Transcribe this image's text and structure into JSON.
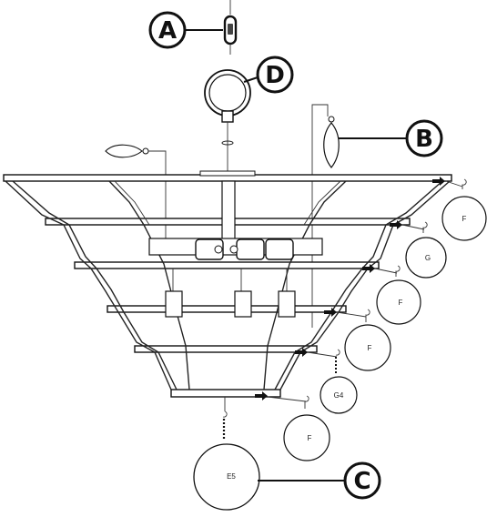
{
  "callouts": {
    "a": "A",
    "b": "B",
    "c": "C",
    "d": "D"
  },
  "balls": [
    "F",
    "G",
    "F",
    "F",
    "G4",
    "F",
    "E5"
  ]
}
